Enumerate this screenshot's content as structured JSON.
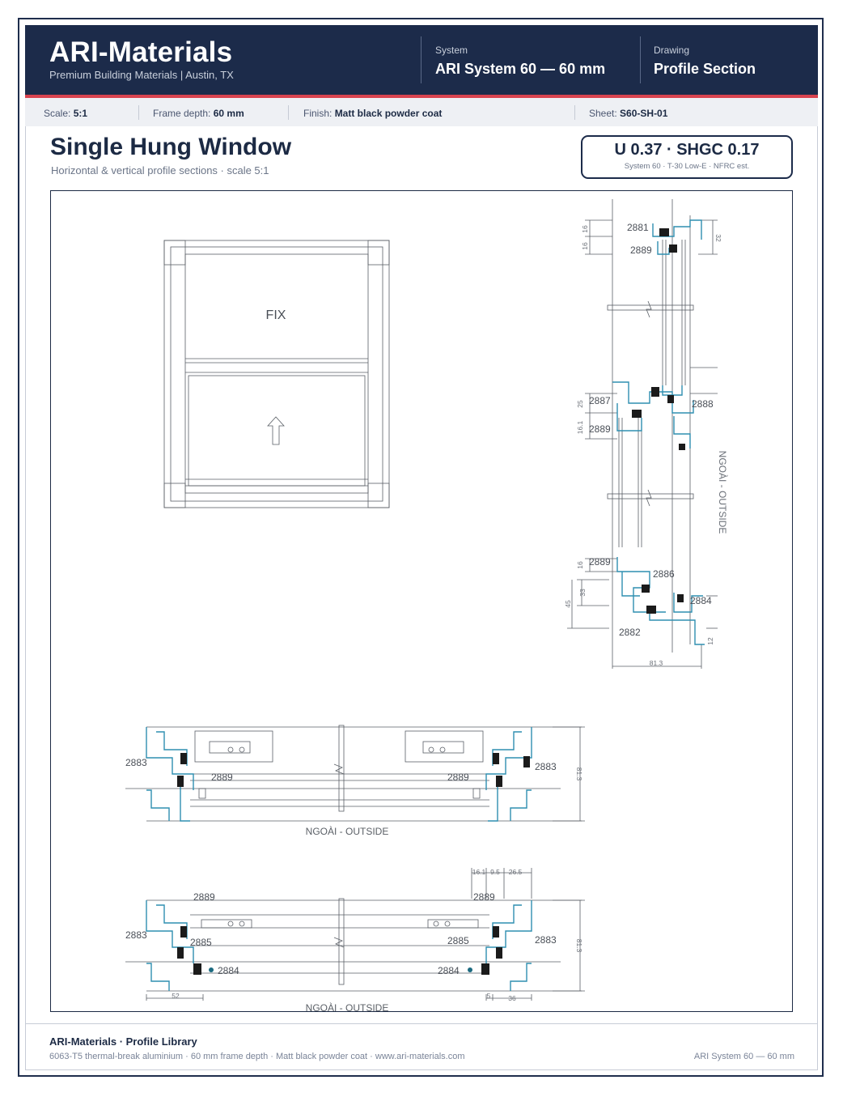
{
  "header": {
    "brand": "ARI-Materials",
    "tagline": "Premium Building Materials | Austin, TX",
    "system_label": "System",
    "system_value": "ARI System 60 — 60 mm",
    "drawing_label": "Drawing",
    "drawing_value": "Profile Section"
  },
  "infobar": {
    "scale_label": "Scale:",
    "scale_value": "5:1",
    "depth_label": "Frame depth:",
    "depth_value": "60 mm",
    "finish_label": "Finish:",
    "finish_value": "Matt black powder coat",
    "sheet_label": "Sheet:",
    "sheet_value": "S60-SH-01"
  },
  "title": "Single Hung Window",
  "subtitle": "Horizontal & vertical profile sections · scale 5:1",
  "performance": {
    "main": "U 0.37 · SHGC 0.17",
    "sub": "System 60 · T-30 Low-E · NFRC est."
  },
  "drawing": {
    "elevation_fix": "FIX",
    "outside_label": "NGOÀI - OUTSIDE",
    "outside_label_partial": "NGOÀI - OUTSIDE",
    "vertical_outside": "NGOÀI - OUTSIDE",
    "vertical": {
      "p2881": "2881",
      "p2889a": "2889",
      "p2887": "2887",
      "p2888": "2888",
      "p2889b": "2889",
      "p2889c": "2889",
      "p2886": "2886",
      "p2884": "2884",
      "p2882": "2882",
      "d16a": "16",
      "d16b": "16",
      "d32": "32",
      "d25": "25",
      "d161": "16.1",
      "d16c": "16",
      "d33": "33",
      "d45": "45",
      "d12": "12",
      "d813": "81.3"
    },
    "horiz1": {
      "p2883l": "2883",
      "p2883r": "2883",
      "p2889l": "2889",
      "p2889r": "2889",
      "d813": "81.3"
    },
    "horiz2": {
      "p2889l": "2889",
      "p2889r": "2889",
      "p2883l": "2883",
      "p2883r": "2883",
      "p2885l": "2885",
      "p2885r": "2885",
      "p2884l": "2884",
      "p2884r": "2884",
      "d161": "16.1",
      "d95": "9.5",
      "d265": "26.5",
      "d813": "81.3",
      "d52": "52",
      "d5": "5",
      "d36": "36"
    },
    "colors": {
      "line": "#4a4f57",
      "profile": "#2f8fb0",
      "gasket": "#1b1b1b"
    }
  },
  "footer": {
    "title": "ARI-Materials · Profile Library",
    "sub": "6063-T5 thermal-break aluminium · 60 mm frame depth · Matt black powder coat · www.ari-materials.com",
    "right": "ARI System 60 — 60 mm"
  }
}
